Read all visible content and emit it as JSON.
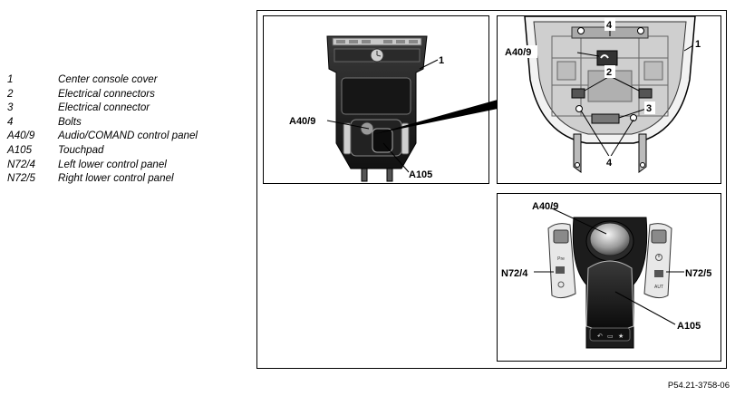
{
  "legend": [
    {
      "key": "1",
      "text": "Center console cover"
    },
    {
      "key": "2",
      "text": "Electrical connectors"
    },
    {
      "key": "3",
      "text": "Electrical connector"
    },
    {
      "key": "4",
      "text": "Bolts"
    },
    {
      "key": "A40/9",
      "text": "Audio/COMAND control panel"
    },
    {
      "key": "A105",
      "text": "Touchpad"
    },
    {
      "key": "N72/4",
      "text": "Left lower control panel"
    },
    {
      "key": "N72/5",
      "text": "Right lower control panel"
    }
  ],
  "panel_a": {
    "label_1": "1",
    "label_a40_9": "A40/9",
    "label_a105": "A105"
  },
  "panel_b": {
    "label_4_top": "4",
    "label_a40_9": "A40/9",
    "label_1": "1",
    "label_2": "2",
    "label_3": "3",
    "label_4_bottom": "4"
  },
  "panel_c": {
    "label_a40_9": "A40/9",
    "label_n72_4": "N72/4",
    "label_n72_5": "N72/5",
    "label_a105": "A105",
    "btn_pre": "Pre",
    "btn_aut": "AUT"
  },
  "figure_id": "P54.21-3758-06"
}
